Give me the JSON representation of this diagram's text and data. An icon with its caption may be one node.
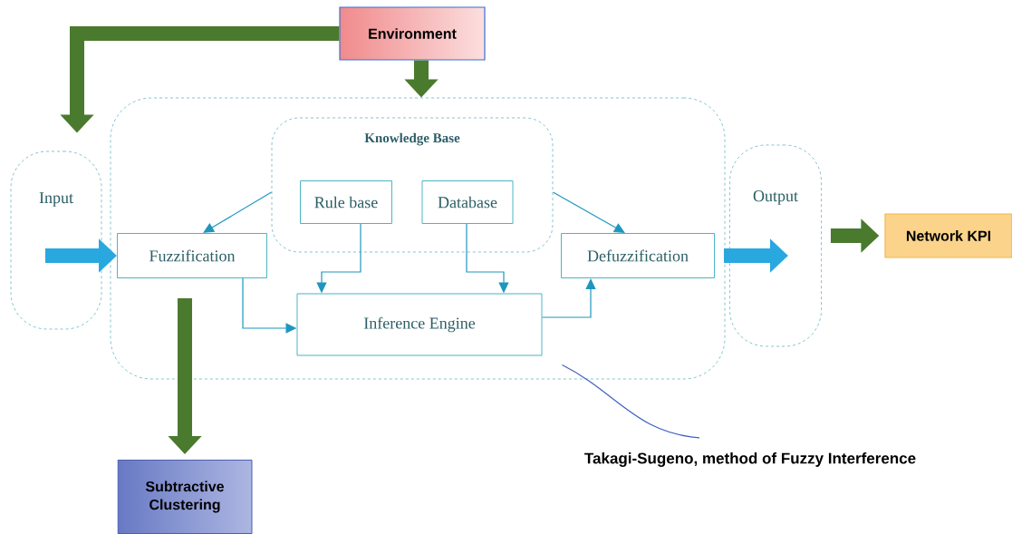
{
  "diagram": {
    "nodes": [
      {
        "text": [
          "Environment"
        ]
      },
      {
        "text": [],
        "shape": "box"
      },
      {
        "text": [
          "Input"
        ]
      },
      {
        "text": [
          "Knowledge Base"
        ],
        "in": 1
      },
      {
        "text": [
          "Rule base"
        ],
        "in": 3
      },
      {
        "text": [
          "Database"
        ],
        "in": 3
      },
      {
        "text": [
          "Fuzzification"
        ],
        "in": 1
      },
      {
        "text": [
          "Defuzzification"
        ],
        "in": 1
      },
      {
        "text": [
          "Inference Engine"
        ],
        "in": 1
      },
      {
        "text": [
          "Output"
        ]
      },
      {
        "text": [
          "Network KPI"
        ]
      },
      {
        "text": [
          "Subtractive Clustering"
        ]
      },
      {
        "text": [
          "Takagi-Sugeno, method of Fuzzy Interference"
        ]
      }
    ],
    "edges": [
      {
        "from": 0,
        "to": 1,
        "arrow": "to",
        "style": "thick",
        "color": "#4a7a2e"
      },
      {
        "from": 0,
        "to": 2,
        "arrow": "to",
        "style": "thick",
        "color": "#4a7a2e"
      },
      {
        "from": 2,
        "to": 6,
        "arrow": "to",
        "style": "thick",
        "color": "#29a8df"
      },
      {
        "from": 3,
        "to": 6,
        "arrow": "to"
      },
      {
        "from": 3,
        "to": 7,
        "arrow": "to"
      },
      {
        "from": 4,
        "to": 8,
        "arrow": "to"
      },
      {
        "from": 5,
        "to": 8,
        "arrow": "to"
      },
      {
        "from": 6,
        "to": 8,
        "arrow": "to"
      },
      {
        "from": 8,
        "to": 7,
        "arrow": "to"
      },
      {
        "from": 7,
        "to": 9,
        "arrow": "to",
        "style": "thick",
        "color": "#29a8df"
      },
      {
        "from": 9,
        "to": 10,
        "arrow": "to",
        "style": "thick",
        "color": "#4a7a2e"
      },
      {
        "from": 6,
        "to": 11,
        "arrow": "to",
        "style": "thick",
        "color": "#4a7a2e"
      },
      {
        "from": 12,
        "to": 8,
        "arrow": "none",
        "color": "#4060c0"
      }
    ]
  }
}
